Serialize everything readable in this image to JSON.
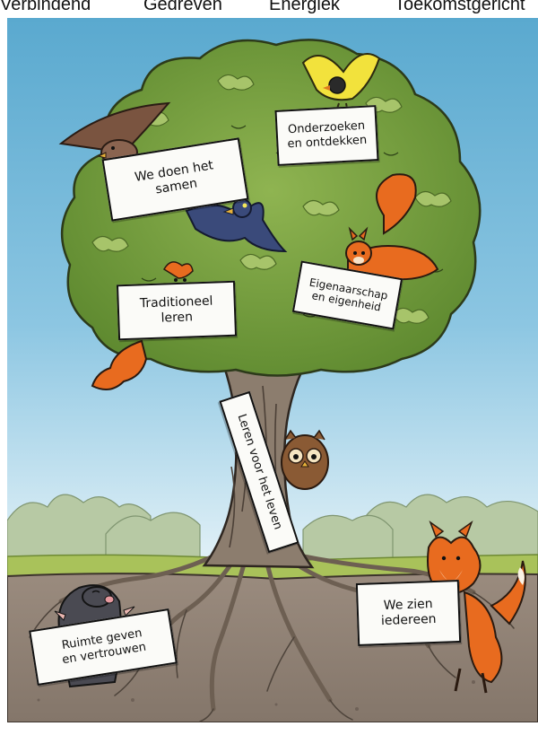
{
  "header": {
    "words": [
      "Verbindend",
      "Gedreven",
      "Energiek",
      "Toekomstgericht"
    ]
  },
  "signs": {
    "samen": "We doen het\nsamen",
    "onderzoeken": "Onderzoeken\nen ontdekken",
    "eigenaarschap": "Eigenaarschap\nen eigenheid",
    "traditioneel": "Traditioneel\nleren",
    "leven": "Leren voor het leven",
    "ruimte": "Ruimte geven\nen vertrouwen",
    "iedereen": "We zien\niedereen"
  },
  "colors": {
    "sky_top": "#5aa9cf",
    "sky_bottom": "#dceef7",
    "foliage": "#6f9a3c",
    "foliage_light": "#a7c46a",
    "trunk": "#8c7d6e",
    "soil": "#8e7f73",
    "grass": "#a9c25a",
    "fox": "#e86b1f",
    "sign": "#fbfbf8"
  },
  "icons": [
    "bird-icon",
    "crow-icon",
    "yellow-bird-icon",
    "squirrel-icon",
    "owl-icon",
    "mole-icon",
    "fox-icon",
    "squirrel-tail-icon"
  ]
}
